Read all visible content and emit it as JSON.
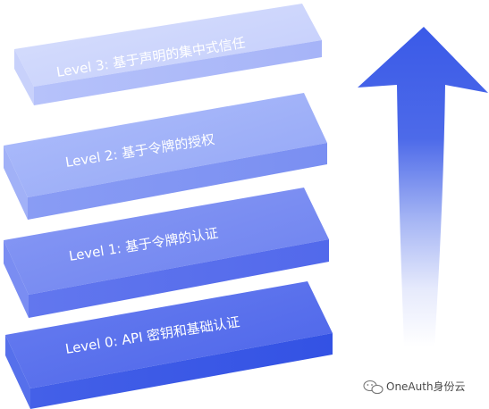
{
  "levels": [
    {
      "label": "Level 3: 基于声明的集中式信任",
      "color": "#c7d0fb"
    },
    {
      "label": "Level 2: 基于令牌的授权",
      "color": "#9cadf6"
    },
    {
      "label": "Level 1:  基于令牌的认证",
      "color": "#7487f1"
    },
    {
      "label": "Level 0:  API 密钥和基础认证",
      "color": "#5068ea"
    }
  ],
  "arrow": {
    "color": "#3a5ae8",
    "direction": "up"
  },
  "watermark": {
    "text": "OneAuth身份云",
    "icon": "wechat-icon"
  }
}
